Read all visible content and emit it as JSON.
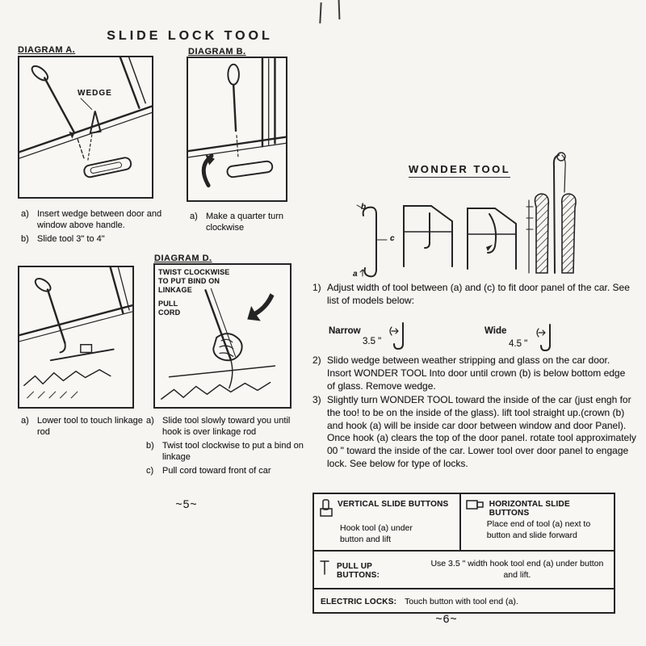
{
  "slide_lock": {
    "title": "SLIDE LOCK TOOL",
    "diagram_a": {
      "label": "DIAGRAM A.",
      "wedge_label": "WEDGE",
      "captions": [
        {
          "label": "a)",
          "text": "Insert wedge between door and window above handle."
        },
        {
          "label": "b)",
          "text": "Slide tool 3\" to 4\""
        }
      ]
    },
    "diagram_b": {
      "label": "DIAGRAM B.",
      "captions": [
        {
          "label": "a)",
          "text": "Make a quarter turn clockwise"
        }
      ]
    },
    "diagram_c": {
      "captions": [
        {
          "label": "a)",
          "text": "Lower tool to touch linkage rod"
        }
      ]
    },
    "diagram_d": {
      "label": "DIAGRAM D.",
      "annotation_twist": "TWIST CLOCKWISE TO PUT BIND ON LINKAGE",
      "annotation_pull": "PULL CORD",
      "captions": [
        {
          "label": "a)",
          "text": "Slide tool slowly toward you until hook is over linkage rod"
        },
        {
          "label": "b)",
          "text": "Twist tool clockwise to put a bind on linkage"
        },
        {
          "label": "c)",
          "text": "Pull cord toward front of car"
        }
      ]
    },
    "page_number": "~5~"
  },
  "wonder_tool": {
    "title": "WONDER TOOL",
    "labels": {
      "a": "a",
      "b": "b",
      "c": "c"
    },
    "steps": [
      {
        "num": "1)",
        "text": "Adjust width of tool between (a) and (c) to fit door panel of the car. See list of models below:"
      },
      {
        "num": "2)",
        "text": "Slido wedge between weather stripping and glass on the car door. Insort WONDER TOOL Into door until crown (b) is below bottom edge of glass. Remove wedge."
      },
      {
        "num": "3)",
        "text": "Slightly turn WONDER TOOL toward the inside of the car (just engh for the too! to be on the inside of the glass). lift tool straight up.(crown (b) and hook (a) will be inside car door between window and door Panel). Once hook (a) clears the top of the door panel. rotate tool approximately 00 \" toward the inside of the car. Lower tool over door panel to engage lock. See below for type of locks."
      }
    ],
    "widths": {
      "narrow_label": "Narrow",
      "narrow_value": "3.5 \"",
      "wide_label": "Wide",
      "wide_value": "4.5 \""
    },
    "lock_table": {
      "vertical_title": "VERTICAL SLIDE BUTTONS",
      "vertical_text": "Hook tool (a) under button and lift",
      "horizontal_title": "HORIZONTAL SLIDE BUTTONS",
      "horizontal_text": "Place end of tool (a) next to button and slide forward",
      "pullup_title": "PULL UP BUTTONS:",
      "pullup_text": "Use 3.5 \" width hook tool end (a) under button and lift.",
      "electric_title": "ELECTRIC LOCKS:",
      "electric_text": "Touch button with tool end (a)."
    },
    "page_number": "~6~"
  }
}
